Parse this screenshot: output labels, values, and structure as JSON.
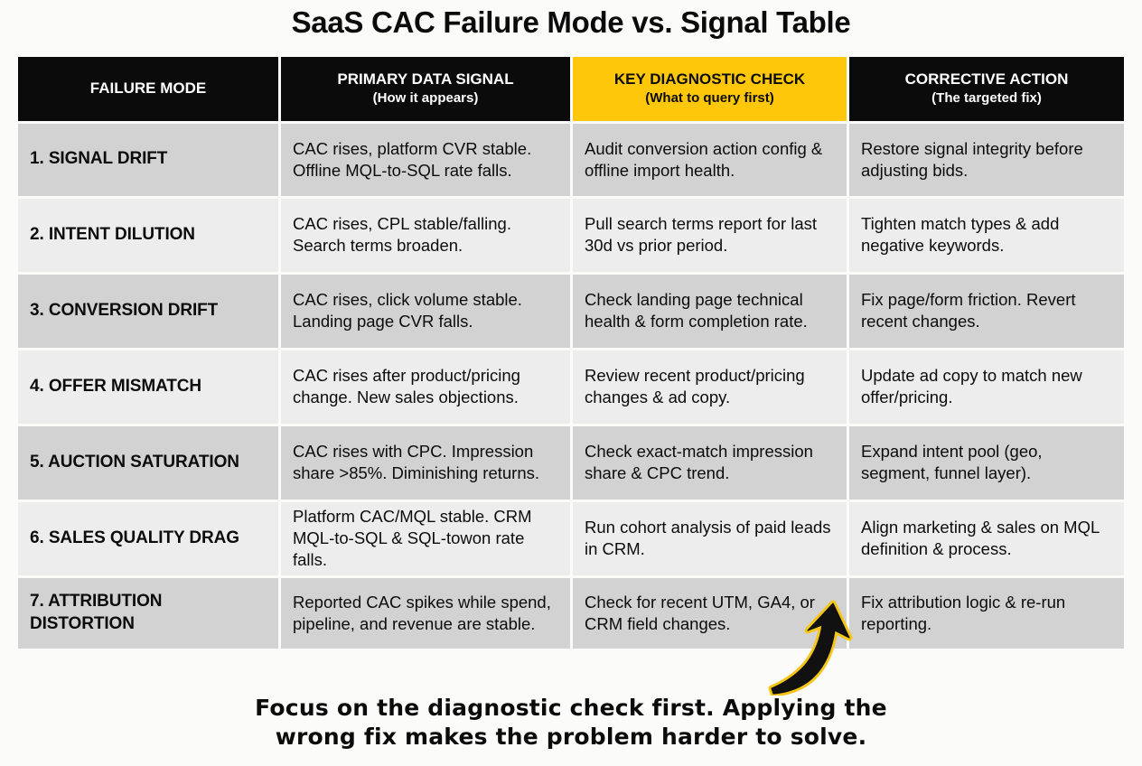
{
  "title": "SaaS CAC Failure Mode vs. Signal Table",
  "colors": {
    "header_bg": "#0b0b0b",
    "header_text": "#ffffff",
    "highlight_bg": "#ffc709",
    "row_odd_bg": "#d2d2d2",
    "row_even_bg": "#ededee",
    "page_bg": "#fbfbfa",
    "arrow_fill": "#111111",
    "arrow_outline": "#f5c518"
  },
  "table": {
    "headers": [
      {
        "label": "FAILURE MODE",
        "sub": "",
        "highlight": false
      },
      {
        "label": "PRIMARY DATA SIGNAL",
        "sub": "(How it appears)",
        "highlight": false
      },
      {
        "label": "KEY DIAGNOSTIC CHECK",
        "sub": "(What to query first)",
        "highlight": true
      },
      {
        "label": "CORRECTIVE ACTION",
        "sub": "(The targeted fix)",
        "highlight": false
      }
    ],
    "rows": [
      {
        "mode": "1. SIGNAL DRIFT",
        "signal": "CAC rises, platform CVR stable. Offline MQL-to-SQL rate falls.",
        "check": "Audit conversion action config & offline import health.",
        "action": "Restore signal integrity before adjusting bids."
      },
      {
        "mode": "2. INTENT DILUTION",
        "signal": "CAC rises, CPL stable/falling. Search terms broaden.",
        "check": "Pull search terms report for last 30d vs prior period.",
        "action": "Tighten match types & add negative keywords."
      },
      {
        "mode": "3. CONVERSION DRIFT",
        "signal": "CAC rises, click volume stable. Landing page CVR falls.",
        "check": "Check landing page technical health & form completion rate.",
        "action": "Fix page/form friction. Revert recent changes."
      },
      {
        "mode": "4. OFFER MISMATCH",
        "signal": "CAC rises after product/pricing change. New sales objections.",
        "check": "Review recent product/pricing changes & ad copy.",
        "action": "Update ad copy to match new offer/pricing."
      },
      {
        "mode": "5. AUCTION SATURATION",
        "signal": "CAC rises with CPC. Impression share >85%. Diminishing returns.",
        "check": "Check exact-match impression share & CPC trend.",
        "action": "Expand intent pool (geo, segment, funnel layer)."
      },
      {
        "mode": "6. SALES QUALITY DRAG",
        "signal": "Platform CAC/MQL stable. CRM MQL-to-SQL & SQL-towon rate falls.",
        "check": "Run cohort analysis of paid leads in CRM.",
        "action": "Align marketing & sales on MQL definition & process."
      },
      {
        "mode": "7. ATTRIBUTION DISTORTION",
        "signal": "Reported CAC spikes while spend, pipeline, and revenue are stable.",
        "check": "Check for recent UTM, GA4, or CRM field changes.",
        "action": "Fix attribution logic & re-run reporting."
      }
    ]
  },
  "annotation": {
    "arrow_icon": "curved-up-right-arrow-icon",
    "caption_line1": "Focus on the diagnostic check first. Applying the",
    "caption_line2": "wrong fix makes the problem harder to solve."
  }
}
